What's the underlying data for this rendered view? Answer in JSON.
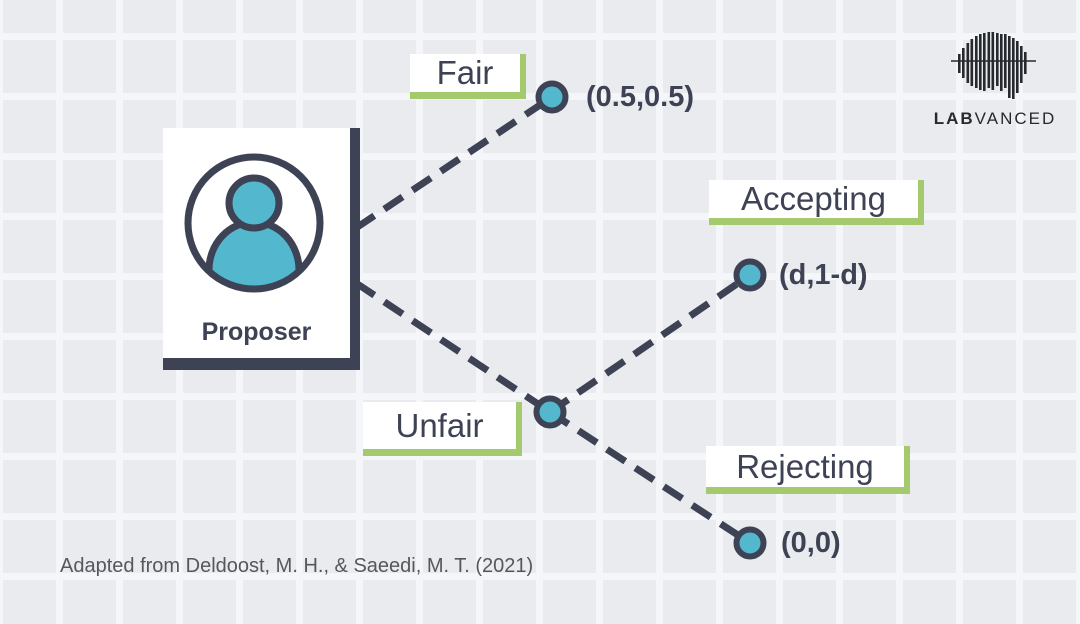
{
  "tree": {
    "player": "Proposer",
    "branches": [
      {
        "label": "Fair",
        "payoff": "(0.5,0.5)"
      },
      {
        "label": "Unfair",
        "responses": [
          {
            "label": "Accepting",
            "payoff": "(d,1-d)"
          },
          {
            "label": "Rejecting",
            "payoff": "(0,0)"
          }
        ]
      }
    ]
  },
  "citation": {
    "text": "Adapted from Deldoost, M. H., & Saeedi, M. T. (2021)"
  },
  "logo": {
    "brand_bold": "LAB",
    "brand_light": "VANCED",
    "icon": "brain-waveform-icon"
  },
  "colors": {
    "dark_navy": "#3d4254",
    "teal": "#53b7cd",
    "green_accent": "#a5c96d",
    "tile": "#e9ebee",
    "tile_gap": "#f4f6f9"
  }
}
